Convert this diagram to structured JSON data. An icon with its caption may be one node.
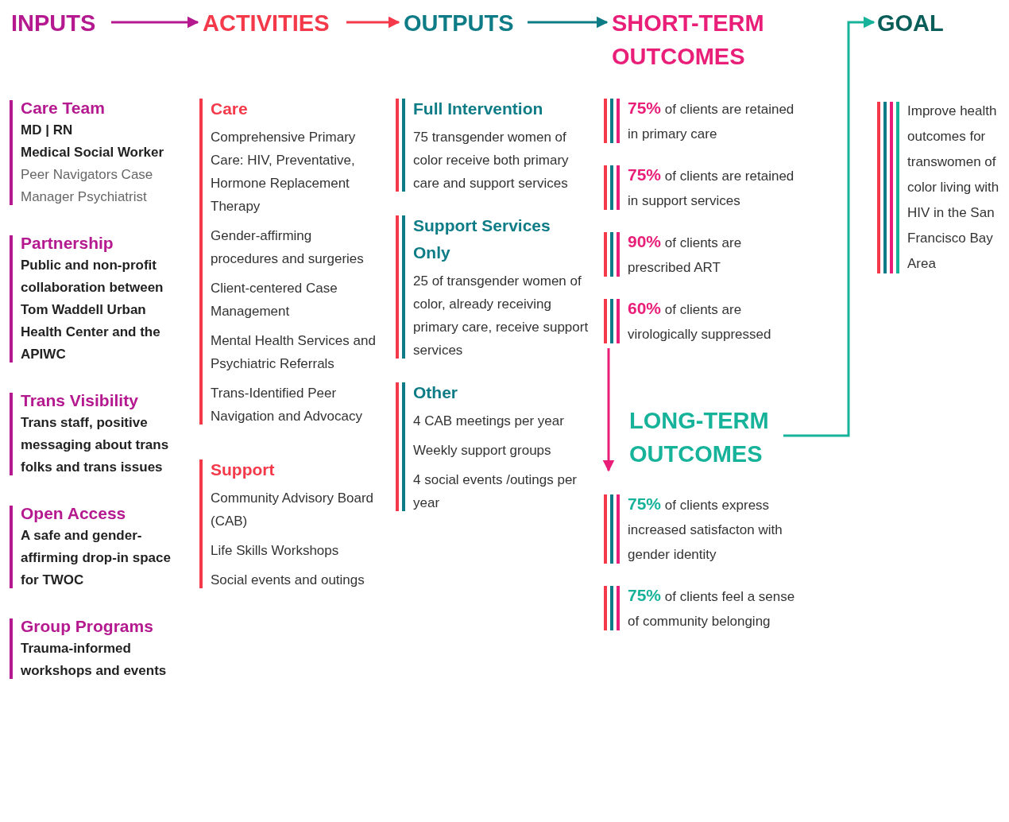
{
  "diagram": {
    "nodes": [
      {
        "text": [
          "INPUTS"
        ]
      },
      {
        "text": [
          "ACTIVITIES"
        ]
      },
      {
        "text": [
          "OUTPUTS"
        ]
      },
      {
        "text": [
          "SHORT-TERM OUTCOMES"
        ]
      },
      {
        "text": [
          "GOAL"
        ]
      },
      {
        "text": [
          "Care Team",
          "MD | RN",
          "Medical Social Worker",
          "Peer Navigators Case Manager Psychiatrist"
        ]
      },
      {
        "text": [
          "Partnership",
          "Public and non-profit collaboration between Tom Waddell Urban Health Center and the APIWC"
        ]
      },
      {
        "text": [
          "Trans Visibility",
          "Trans staff, positive messaging about trans folks and trans issues"
        ]
      },
      {
        "text": [
          "Open Access",
          "A safe and gender-affirming drop-in space for TWOC"
        ]
      },
      {
        "text": [
          "Group Programs",
          "Trauma-informed workshops and events"
        ]
      },
      {
        "text": [
          "Care",
          "Comprehensive Primary Care: HIV, Preventative, Hormone Replacement Therapy",
          "Gender-affirming procedures and surgeries",
          "Client-centered Case Management",
          "Mental Health Services and Psychiatric Referrals",
          "Trans-Identified Peer Navigation and Advocacy"
        ]
      },
      {
        "text": [
          "Support",
          "Community Advisory Board (CAB)",
          "Life Skills Workshops",
          "Social events and outings"
        ]
      },
      {
        "text": [
          "Full Intervention",
          "75 transgender women of color receive both primary care and support services"
        ]
      },
      {
        "text": [
          "Support Services Only",
          "25 of transgender women of color, already receiving primary care, receive support services"
        ]
      },
      {
        "text": [
          "Other",
          "4 CAB meetings per year",
          "Weekly support groups",
          "4 social events /outings per year"
        ]
      },
      {
        "text": [
          "**75%** of clients are retained in primary care"
        ]
      },
      {
        "text": [
          "**75%** of clients are retained in support services"
        ]
      },
      {
        "text": [
          "**90%** of clients are prescribed ART"
        ]
      },
      {
        "text": [
          "**60%** of clients are virologically suppressed"
        ]
      },
      {
        "text": [
          "LONG-TERM OUTCOMES"
        ]
      },
      {
        "text": [
          "**75%** of clients express increased satisfacton with gender identity"
        ]
      },
      {
        "text": [
          "**75%** of clients feel a sense of community belonging"
        ]
      },
      {
        "text": [
          "Improve health outcomes for transwomen of color living with HIV in the San Francisco Bay Area"
        ]
      }
    ],
    "edges": [
      {
        "from": 0,
        "to": 1,
        "arrow": "to",
        "color": "#b5198f"
      },
      {
        "from": 1,
        "to": 2,
        "arrow": "to",
        "color": "#f43a4a"
      },
      {
        "from": 2,
        "to": 3,
        "arrow": "to",
        "color": "#0e7c86"
      },
      {
        "from": 18,
        "to": 19,
        "arrow": "to",
        "color": "#e91e78"
      },
      {
        "from": 19,
        "to": 4,
        "arrow": "to",
        "color": "#16b39a"
      }
    ]
  }
}
